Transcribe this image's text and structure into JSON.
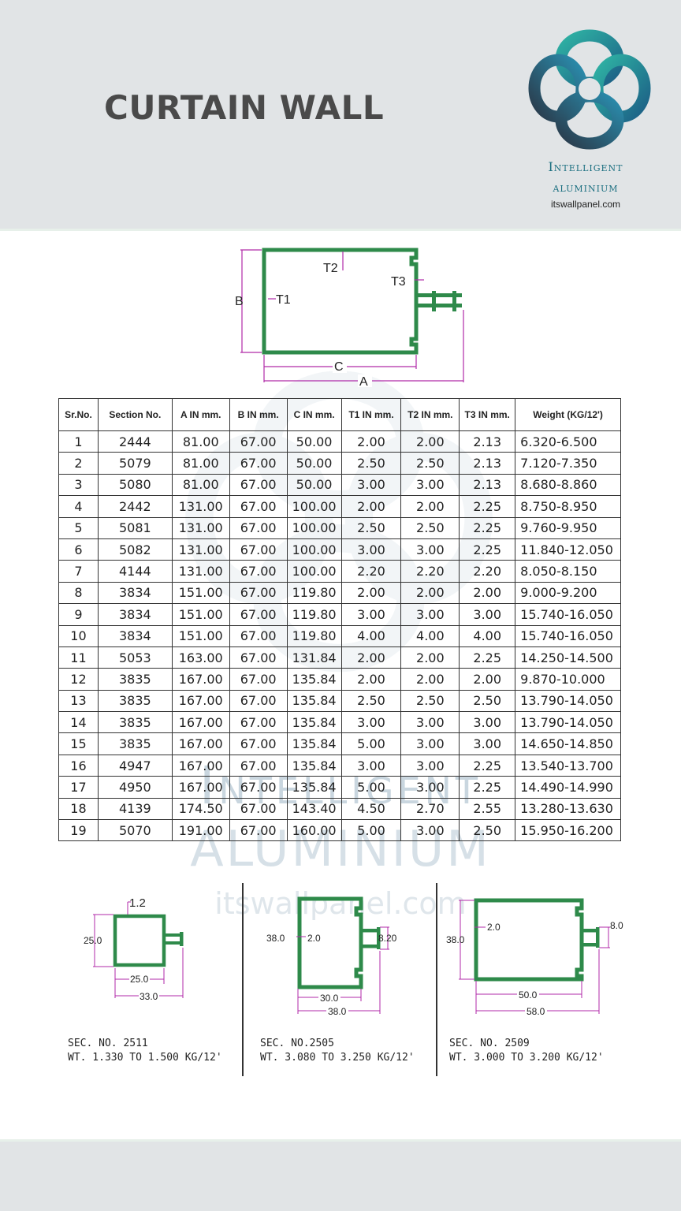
{
  "header": {
    "title": "CURTAIN WALL",
    "brand_line1": "Intelligent",
    "brand_line2": "aluminium",
    "website": "itswallpanel.com"
  },
  "watermark": {
    "line1": "Intelligent",
    "line2": "ALUMINIUM",
    "line3": "itswallpanel.com"
  },
  "main_diagram": {
    "labels": {
      "t2": "T2",
      "t3": "T3",
      "b": "B",
      "t1": "T1",
      "c": "C",
      "a": "A"
    }
  },
  "table": {
    "headers": [
      "Sr.No.",
      "Section No.",
      "A IN mm.",
      "B IN mm.",
      "C IN mm.",
      "T1 IN mm.",
      "T2 IN mm.",
      "T3 IN mm.",
      "Weight (KG/12')"
    ],
    "rows": [
      [
        "1",
        "2444",
        "81.00",
        "67.00",
        "50.00",
        "2.00",
        "2.00",
        "2.13",
        "6.320-6.500"
      ],
      [
        "2",
        "5079",
        "81.00",
        "67.00",
        "50.00",
        "2.50",
        "2.50",
        "2.13",
        "7.120-7.350"
      ],
      [
        "3",
        "5080",
        "81.00",
        "67.00",
        "50.00",
        "3.00",
        "3.00",
        "2.13",
        "8.680-8.860"
      ],
      [
        "4",
        "2442",
        "131.00",
        "67.00",
        "100.00",
        "2.00",
        "2.00",
        "2.25",
        "8.750-8.950"
      ],
      [
        "5",
        "5081",
        "131.00",
        "67.00",
        "100.00",
        "2.50",
        "2.50",
        "2.25",
        "9.760-9.950"
      ],
      [
        "6",
        "5082",
        "131.00",
        "67.00",
        "100.00",
        "3.00",
        "3.00",
        "2.25",
        "11.840-12.050"
      ],
      [
        "7",
        "4144",
        "131.00",
        "67.00",
        "100.00",
        "2.20",
        "2.20",
        "2.20",
        "8.050-8.150"
      ],
      [
        "8",
        "3834",
        "151.00",
        "67.00",
        "119.80",
        "2.00",
        "2.00",
        "2.00",
        "9.000-9.200"
      ],
      [
        "9",
        "3834",
        "151.00",
        "67.00",
        "119.80",
        "3.00",
        "3.00",
        "3.00",
        "15.740-16.050"
      ],
      [
        "10",
        "3834",
        "151.00",
        "67.00",
        "119.80",
        "4.00",
        "4.00",
        "4.00",
        "15.740-16.050"
      ],
      [
        "11",
        "5053",
        "163.00",
        "67.00",
        "131.84",
        "2.00",
        "2.00",
        "2.25",
        "14.250-14.500"
      ],
      [
        "12",
        "3835",
        "167.00",
        "67.00",
        "135.84",
        "2.00",
        "2.00",
        "2.00",
        "9.870-10.000"
      ],
      [
        "13",
        "3835",
        "167.00",
        "67.00",
        "135.84",
        "2.50",
        "2.50",
        "2.50",
        "13.790-14.050"
      ],
      [
        "14",
        "3835",
        "167.00",
        "67.00",
        "135.84",
        "3.00",
        "3.00",
        "3.00",
        "13.790-14.050"
      ],
      [
        "15",
        "3835",
        "167.00",
        "67.00",
        "135.84",
        "5.00",
        "3.00",
        "3.00",
        "14.650-14.850"
      ],
      [
        "16",
        "4947",
        "167.00",
        "67.00",
        "135.84",
        "3.00",
        "3.00",
        "2.25",
        "13.540-13.700"
      ],
      [
        "17",
        "4950",
        "167.00",
        "67.00",
        "135.84",
        "5.00",
        "3.00",
        "2.25",
        "14.490-14.990"
      ],
      [
        "18",
        "4139",
        "174.50",
        "67.00",
        "143.40",
        "4.50",
        "2.70",
        "2.55",
        "13.280-13.630"
      ],
      [
        "19",
        "5070",
        "191.00",
        "67.00",
        "160.00",
        "5.00",
        "3.00",
        "2.50",
        "15.950-16.200"
      ]
    ]
  },
  "sections": [
    {
      "dims": {
        "t": "1.2",
        "h": "25.0",
        "w": "25.0",
        "overall": "33.0"
      },
      "sec": "SEC. NO. 2511",
      "wt": "WT. 1.330 TO 1.500 KG/12'"
    },
    {
      "dims": {
        "h": "38.0",
        "t": "2.0",
        "lip": "8.20",
        "w": "30.0",
        "overall": "38.0"
      },
      "sec": "SEC. NO.2505",
      "wt": "WT. 3.080 TO 3.250 KG/12'"
    },
    {
      "dims": {
        "h": "38.0",
        "t": "2.0",
        "lip": "8.0",
        "w": "50.0",
        "overall": "58.0"
      },
      "sec": "SEC. NO. 2509",
      "wt": "WT. 3.000 TO 3.200 KG/12'"
    }
  ],
  "colors": {
    "header_bg": "#e1e4e6",
    "profile_green": "#2e8a4a",
    "dimension_magenta": "#b02aa8",
    "brand_teal": "#1b6f80"
  }
}
